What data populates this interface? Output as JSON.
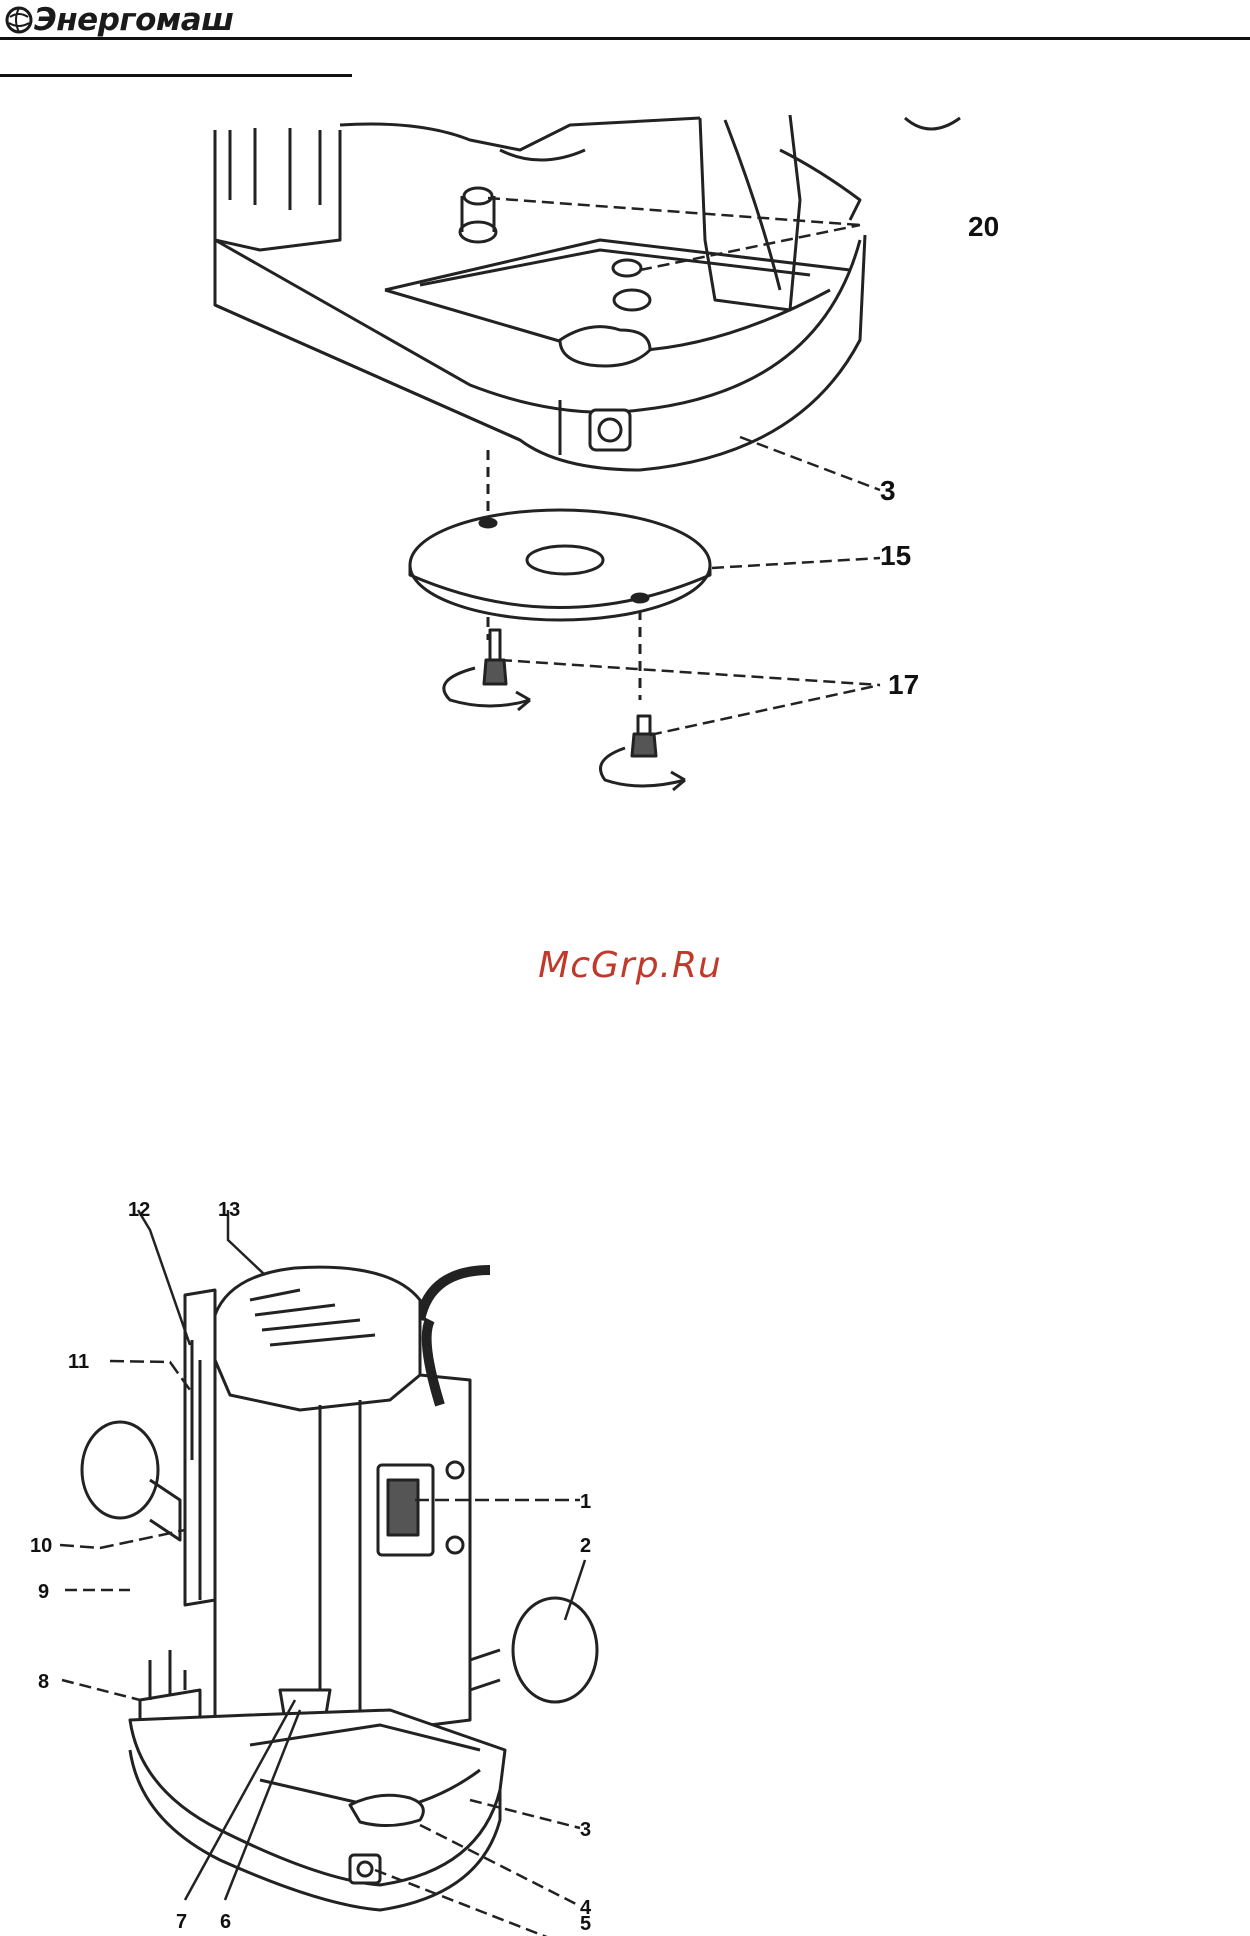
{
  "header": {
    "brand": "Энергомаш"
  },
  "watermark": {
    "text": "McGrp.Ru",
    "color": "#c0392b"
  },
  "figure_top": {
    "callouts": [
      "20",
      "3",
      "15",
      "17"
    ]
  },
  "figure_bottom": {
    "callouts": [
      "12",
      "13",
      "11",
      "1",
      "10",
      "9",
      "2",
      "8",
      "3",
      "4",
      "7",
      "6",
      "5"
    ]
  }
}
